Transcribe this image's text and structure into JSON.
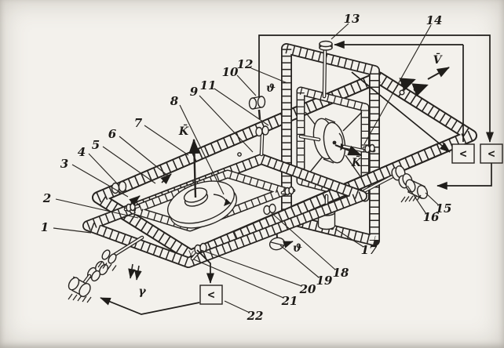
{
  "figure": {
    "description": "axonometric line drawing of a two-gyro stabilized platform with correction loops",
    "paper_color": "#f3f1ec",
    "ink_color": "#262320",
    "callouts": [
      {
        "n": "1"
      },
      {
        "n": "2"
      },
      {
        "n": "3"
      },
      {
        "n": "4"
      },
      {
        "n": "5"
      },
      {
        "n": "6"
      },
      {
        "n": "7"
      },
      {
        "n": "8"
      },
      {
        "n": "9"
      },
      {
        "n": "10"
      },
      {
        "n": "11"
      },
      {
        "n": "12"
      },
      {
        "n": "13"
      },
      {
        "n": "14"
      },
      {
        "n": "15"
      },
      {
        "n": "16"
      },
      {
        "n": "17"
      },
      {
        "n": "18"
      },
      {
        "n": "19"
      },
      {
        "n": "20"
      },
      {
        "n": "21"
      },
      {
        "n": "22"
      }
    ],
    "symbols": {
      "kinetic_moment": "K̄",
      "velocity": "V̄",
      "pitch_angle": "ϑ",
      "roll_angle": "γ"
    },
    "amplifiers": {
      "glyph": "<"
    }
  }
}
